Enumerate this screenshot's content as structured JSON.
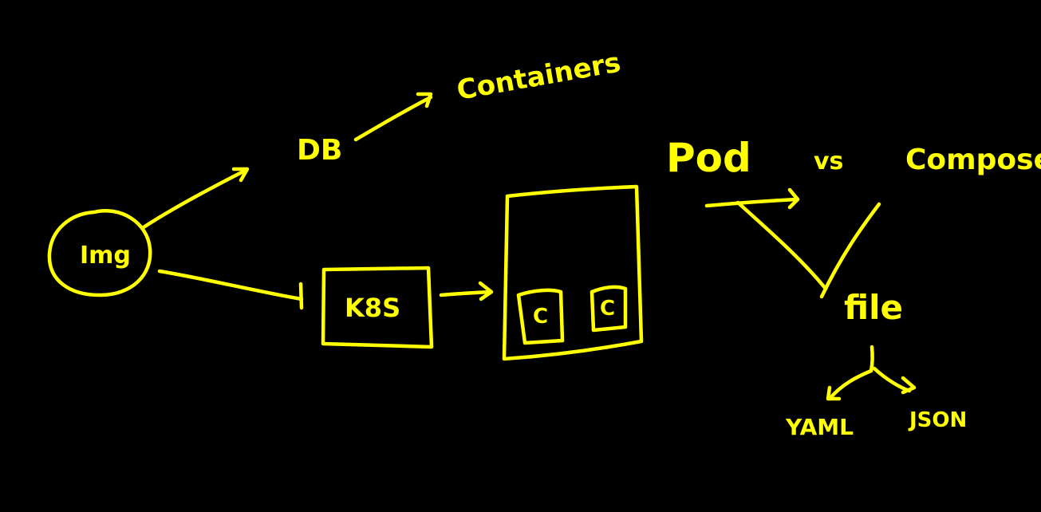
{
  "ink_color": "#ffff00",
  "background_color": "#000000",
  "labels": {
    "img": "Img",
    "db": "DB",
    "containers": "Containers",
    "k8s": "K8S",
    "c1": "C",
    "c2": "C",
    "pod": "Pod",
    "vs": "vs",
    "compose": "Compose",
    "file": "file",
    "yaml": "YAML",
    "json": "JSON"
  }
}
